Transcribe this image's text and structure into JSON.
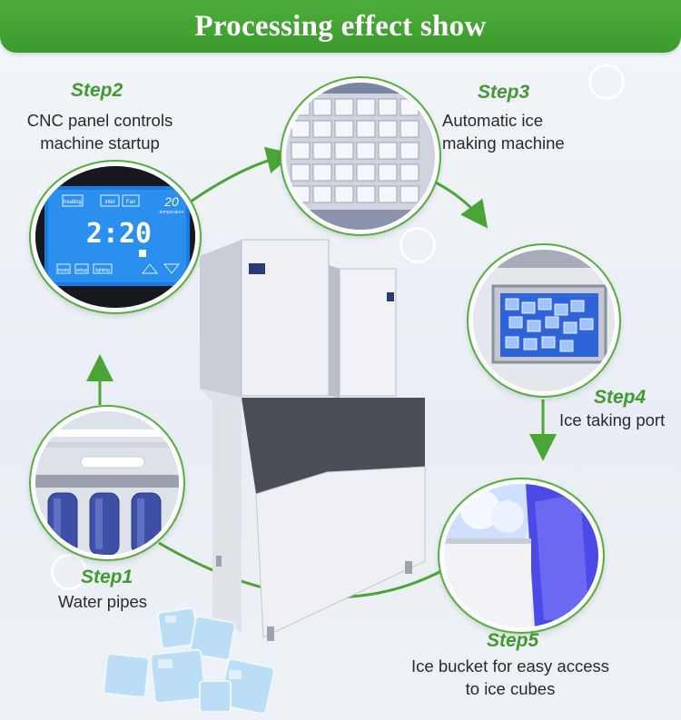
{
  "header": {
    "title": "Processing effect show"
  },
  "colors": {
    "accent": "#3f9a2f",
    "banner": "#46a535",
    "text": "#2a2a2a"
  },
  "steps": [
    {
      "title": "Step1",
      "description": [
        "Water pipes"
      ]
    },
    {
      "title": "Step2",
      "description": [
        "CNC panel controls",
        "machine startup"
      ]
    },
    {
      "title": "Step3",
      "description": [
        "Automatic ice",
        "making machine"
      ]
    },
    {
      "title": "Step4",
      "description": [
        "Ice taking port"
      ]
    },
    {
      "title": "Step5",
      "description": [
        "Ice bucket for easy access",
        "to ice cubes"
      ]
    }
  ],
  "panel": {
    "time": "2:20",
    "buttons": [
      "heating",
      "inlet",
      "Fan"
    ],
    "temp": "20",
    "temp_label": "temperature",
    "lower_buttons": [
      "mode",
      "setup",
      "lighting"
    ]
  }
}
